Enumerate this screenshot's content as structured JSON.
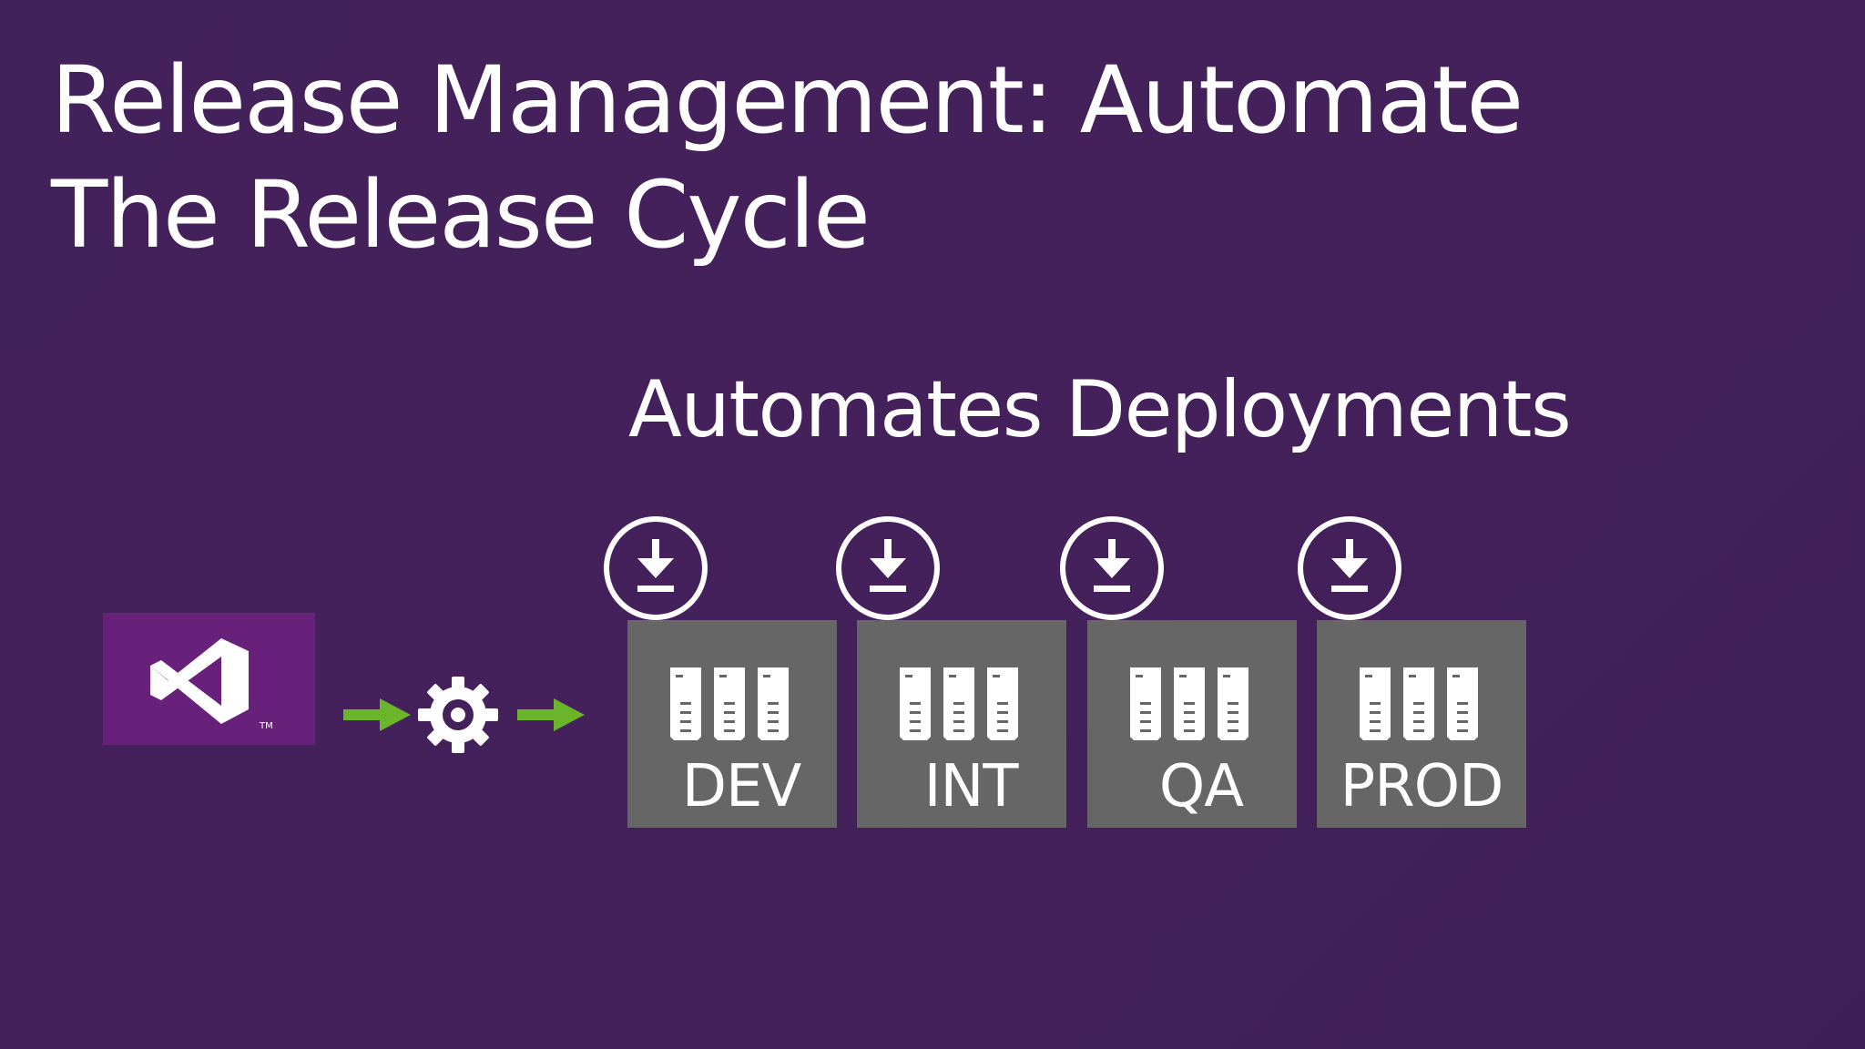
{
  "slide": {
    "title_line1": "Release Management: Automate",
    "title_line2": "The Release Cycle",
    "subtitle": "Automates Deployments"
  },
  "pipeline": {
    "source_icon": "visual-studio-logo-icon",
    "build_icon": "gear-icon",
    "arrow_icon": "arrow-right-icon",
    "deploy_icon": "download-icon",
    "server_icon": "server-rack-icon",
    "environments": [
      {
        "label": "DEV"
      },
      {
        "label": "INT"
      },
      {
        "label": "QA"
      },
      {
        "label": "PROD"
      }
    ]
  },
  "colors": {
    "background": "#43215a",
    "vs_purple": "#68217a",
    "environment_box": "#666666",
    "arrow_green": "#6bb52a",
    "text": "#ffffff"
  }
}
